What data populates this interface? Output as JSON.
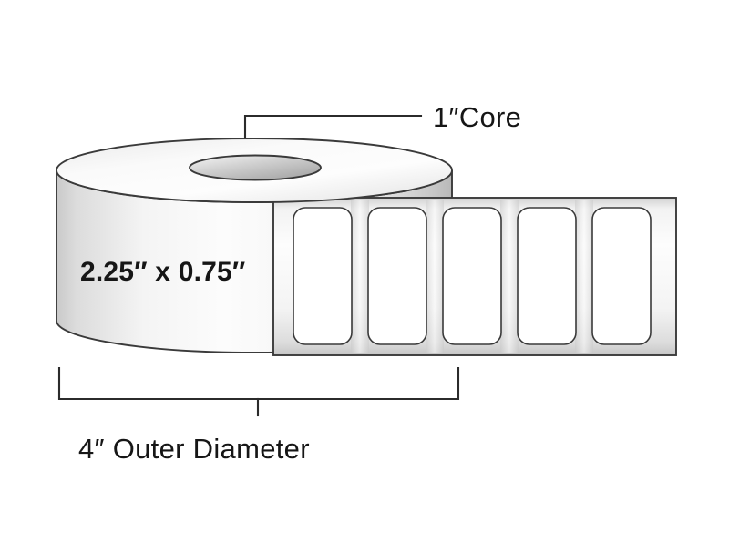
{
  "diagram": {
    "title": "Thermal label roll specification diagram",
    "subject": "label-roll",
    "background_color": "#ffffff",
    "annotations": {
      "core_label": "1″Core",
      "label_size_label": "2.25″ x 0.75″",
      "outer_diameter_label": "4″ Outer Diameter"
    },
    "measurements": {
      "core_diameter": "1″",
      "label_width": "2.25″",
      "label_height": "0.75″",
      "outer_diameter": "4″"
    },
    "colors": {
      "outline": "#3a3a3a",
      "leader_line": "#2b2b2b",
      "text": "#161616",
      "roll_light": "#fbfbfb",
      "roll_shadow": "#cfcfcf",
      "core_light": "#f2f2f2",
      "core_shadow": "#a9a9a9",
      "liner_light": "#fdfdfd",
      "liner_shadow": "#cccccc",
      "label_face": "#ffffff"
    },
    "label_strip": {
      "label_count": 5,
      "label_face_color": "#ffffff"
    }
  }
}
